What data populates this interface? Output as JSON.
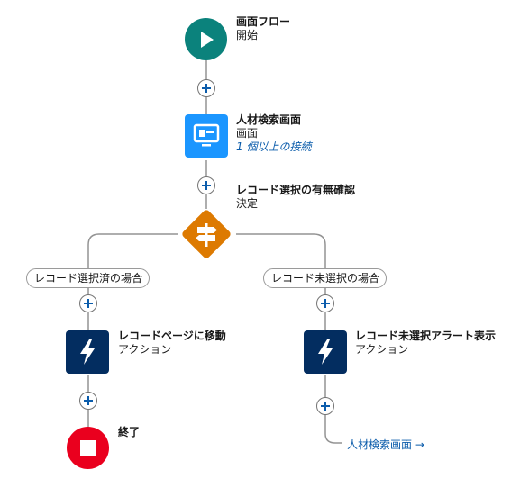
{
  "start": {
    "title": "画面フロー",
    "sub": "開始",
    "color": "#0b827c"
  },
  "screen": {
    "title": "人材検索画面",
    "sub": "画面",
    "link": "1 個以上の接続",
    "color": "#1b96ff"
  },
  "decision": {
    "title": "レコード選択の有無確認",
    "sub": "決定",
    "color": "#dd7a01"
  },
  "branches": {
    "left": {
      "label": "レコード選択済の場合"
    },
    "right": {
      "label": "レコード未選択の場合"
    }
  },
  "action_left": {
    "title": "レコードページに移動",
    "sub": "アクション",
    "color": "#032d60"
  },
  "action_right": {
    "title": "レコード未選択アラート表示",
    "sub": "アクション",
    "color": "#032d60"
  },
  "end": {
    "title": "終了",
    "color": "#ea001e"
  },
  "goto": {
    "label": "人材検索画面 →"
  },
  "colors": {
    "connector": "#939393",
    "add_icon": "#0b5cab"
  }
}
